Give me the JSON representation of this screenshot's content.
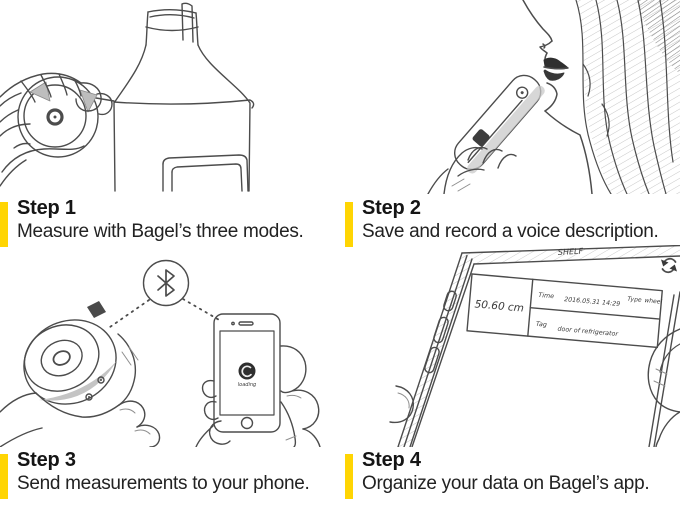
{
  "colors": {
    "accent_yellow": "#FFD503",
    "sketch_ink": "#4c4c4c",
    "caption_text": "#151515"
  },
  "steps": [
    {
      "title": "Step 1",
      "description": "Measure with Bagel’s three modes."
    },
    {
      "title": "Step 2",
      "description": "Save and record a voice description."
    },
    {
      "title": "Step 3",
      "description": "Send measurements to your phone."
    },
    {
      "title": "Step 4",
      "description": "Organize your data on Bagel’s app."
    }
  ],
  "illustrations": {
    "step1": {
      "name": "hands wrapping Bagel tape-measure string around a wine bottle"
    },
    "step2": {
      "name": "woman recording a voice description into the Bagel device"
    },
    "step3": {
      "name": "Bagel device syncing with a smartphone over Bluetooth",
      "loading_label": "loading"
    },
    "step4": {
      "name": "tilted smartphone showing a measurement record in the Bagel app",
      "partial_header": "SHELF",
      "record": {
        "measurement": "50.60 cm",
        "time_label": "Time",
        "time_value": "2016.05.31 14:29",
        "type_label": "Type",
        "type_value": "wheel",
        "tag_label": "Tag",
        "tag_value": "door of refrigerator"
      }
    }
  },
  "icons": [
    "bluetooth-icon",
    "refresh-icon",
    "loading-spinner"
  ]
}
